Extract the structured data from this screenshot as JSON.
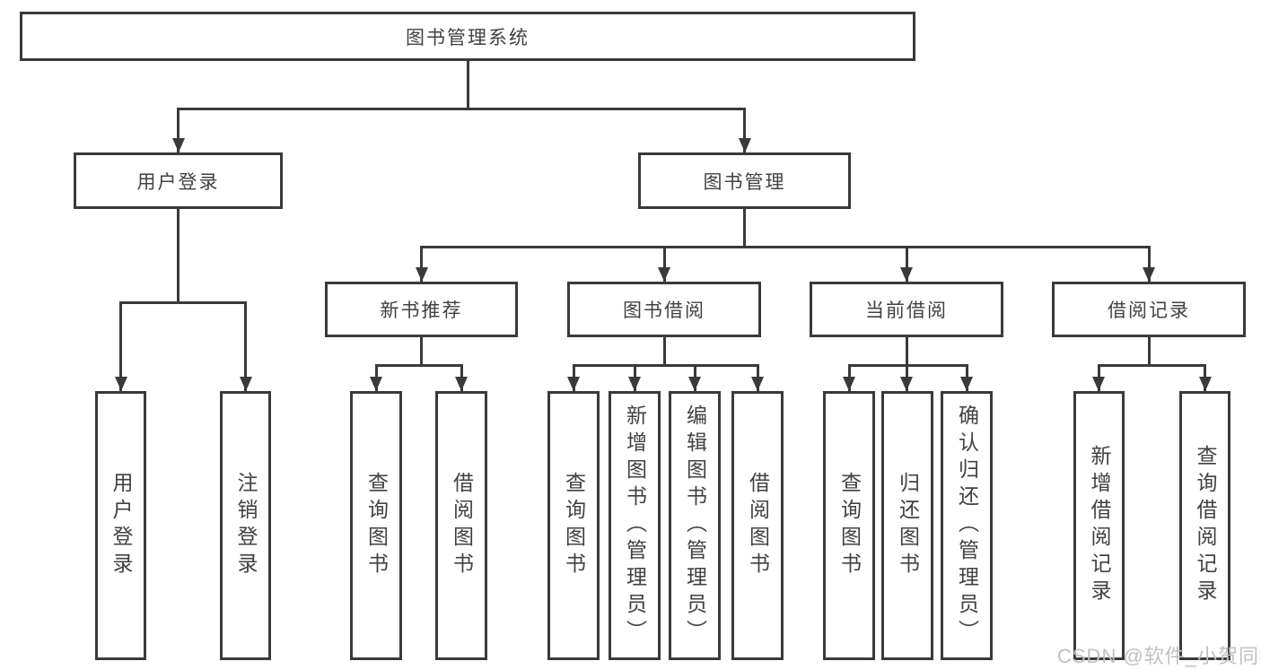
{
  "tree": {
    "root": {
      "label": "图书管理系统"
    },
    "level2": [
      {
        "label": "用户登录",
        "leaves": [
          "用户登录",
          "注销登录"
        ]
      },
      {
        "label": "图书管理",
        "children": [
          {
            "label": "新书推荐",
            "leaves": [
              "查询图书",
              "借阅图书"
            ]
          },
          {
            "label": "图书借阅",
            "leaves": [
              "查询图书",
              "新增图书（管理员）",
              "编辑图书（管理员）",
              "借阅图书"
            ]
          },
          {
            "label": "当前借阅",
            "leaves": [
              "查询图书",
              "归还图书",
              "确认归还（管理员）"
            ]
          },
          {
            "label": "借阅记录",
            "leaves": [
              "新增借阅记录",
              "查询借阅记录"
            ]
          }
        ]
      }
    ]
  },
  "watermark": {
    "text": "CSDN @软件_小贺同学"
  },
  "colors": {
    "line": "#3a3a3a",
    "text": "#414141",
    "box_background": "#ffffff",
    "watermark": "#c0c0c0",
    "page_background": "#ffffff"
  }
}
